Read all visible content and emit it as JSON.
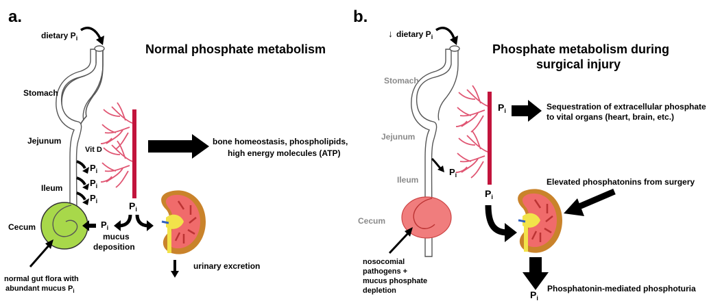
{
  "panel_a": {
    "letter": "a.",
    "title": "Normal phosphate metabolism",
    "dietary": "dietary P",
    "sub_i": "i",
    "stomach": "Stomach",
    "jejunum": "Jejunum",
    "ileum": "Ileum",
    "cecum": "Cecum",
    "vitd": "Vit D",
    "p": "P",
    "bone_line1": "bone homeostasis, phospholipids,",
    "bone_line2": "high energy molecules (ATP)",
    "mucus1": "mucus",
    "mucus2": "deposition",
    "urinary": "urinary excretion",
    "flora1": "normal gut flora with",
    "flora2": "abundant mucus P"
  },
  "panel_b": {
    "letter": "b.",
    "title1": "Phosphate metabolism during",
    "title2": "surgical injury",
    "dietary": "dietary P",
    "down_arrow": "↓",
    "stomach": "Stomach",
    "jejunum": "Jejunum",
    "ileum": "Ileum",
    "cecum": "Cecum",
    "seq1": "Sequestration of extracellular phosphate",
    "seq2": "to vital organs (heart, brain, etc.)",
    "elevated": "Elevated phosphatonins from surgery",
    "noso1": "nosocomial",
    "noso2": "pathogens +",
    "noso3": "mucus phosphate",
    "noso4": "depletion",
    "phosphaturia": "Phosphatonin-mediated phosphoturia"
  },
  "colors": {
    "vessel": "#c2143c",
    "branch": "#e05572",
    "cecum_a": "#a8d84a",
    "cecum_b": "#f07d7d",
    "kidney_outer": "#c9832b",
    "kidney_inner": "#f06b6b",
    "pelvis": "#f2e34a"
  }
}
